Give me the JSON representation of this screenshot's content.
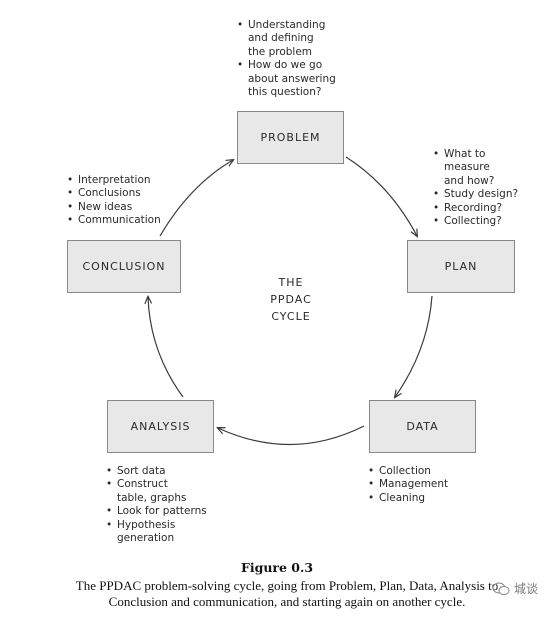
{
  "diagram": {
    "center_title": [
      "THE",
      "PPDAC",
      "CYCLE"
    ],
    "stages": {
      "problem": {
        "label": "PROBLEM",
        "notes": [
          [
            "Understanding",
            "and defining",
            "the problem"
          ],
          [
            "How do we go",
            "about answering",
            "this question?"
          ]
        ]
      },
      "plan": {
        "label": "PLAN",
        "notes": [
          [
            "What to",
            "measure",
            "and how?"
          ],
          [
            "Study design?"
          ],
          [
            "Recording?"
          ],
          [
            "Collecting?"
          ]
        ]
      },
      "data": {
        "label": "DATA",
        "notes": [
          [
            "Collection"
          ],
          [
            "Management"
          ],
          [
            "Cleaning"
          ]
        ]
      },
      "analysis": {
        "label": "ANALYSIS",
        "notes": [
          [
            "Sort data"
          ],
          [
            "Construct",
            "table, graphs"
          ],
          [
            "Look for patterns"
          ],
          [
            "Hypothesis",
            "generation"
          ]
        ]
      },
      "conclusion": {
        "label": "CONCLUSION",
        "notes": [
          [
            "Interpretation"
          ],
          [
            "Conclusions"
          ],
          [
            "New ideas"
          ],
          [
            "Communication"
          ]
        ]
      }
    },
    "flow": [
      "PROBLEM",
      "PLAN",
      "DATA",
      "ANALYSIS",
      "CONCLUSION"
    ]
  },
  "caption": {
    "title": "Figure 0.3",
    "line1": "The PPDAC problem-solving cycle, going from Problem, Plan, Data, Analysis to",
    "line2": "Conclusion and communication, and starting again on another cycle."
  },
  "watermark": {
    "text": "城谈",
    "icon": "wechat-icon"
  }
}
